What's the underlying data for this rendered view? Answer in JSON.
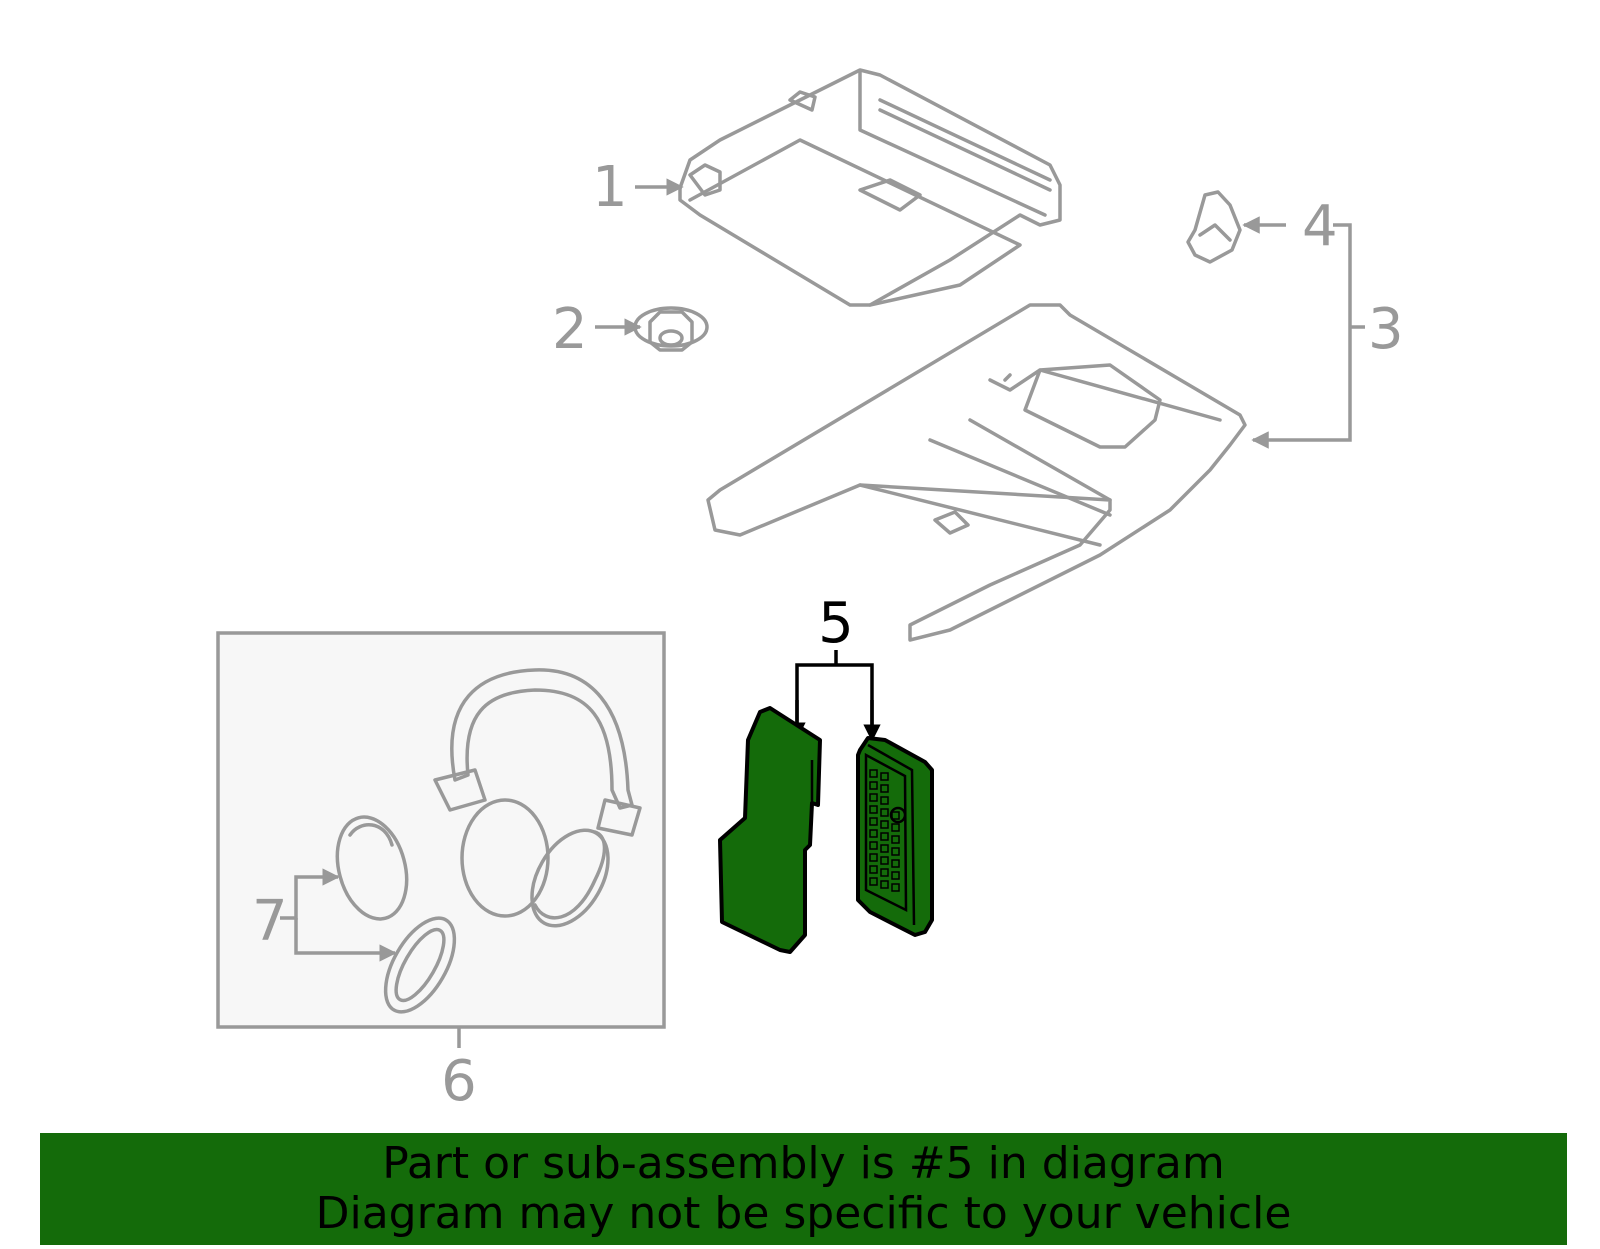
{
  "callouts": {
    "c1": "1",
    "c2": "2",
    "c3": "3",
    "c4": "4",
    "c5": "5",
    "c6": "6",
    "c7": "7"
  },
  "highlighted_part": "5",
  "colors": {
    "highlight": "#146b0a",
    "part_stroke": "#999999",
    "active_stroke": "#000000",
    "inset_background": "#f7f7f7"
  },
  "banner": {
    "line1": "Part or sub-assembly is #5 in diagram",
    "line2": "Diagram may not be specific to your vehicle"
  }
}
